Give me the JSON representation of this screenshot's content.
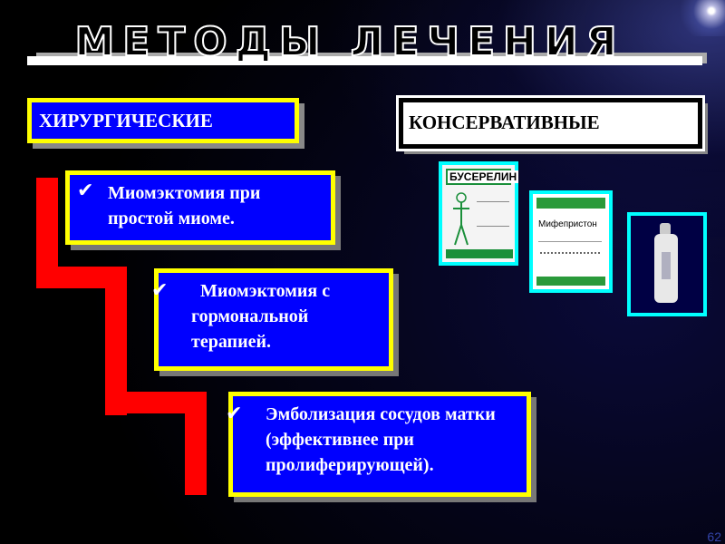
{
  "slide": {
    "title": "МЕТОДЫ ЛЕЧЕНИЯ",
    "surgical_heading": "ХИРУРГИЧЕСКИЕ",
    "conservative_heading": "КОНСЕРВАТИВНЫЕ",
    "items": [
      {
        "check": "✔",
        "text": "Миомэктомия при простой миоме."
      },
      {
        "check": "✔",
        "text": "  Миомэктомия с гормональной терапией."
      },
      {
        "check": "✔",
        "line1": "Эмболизация сосудов матки (эффективнее при",
        "line2": "пролиферирующей)."
      }
    ],
    "drugs": [
      {
        "name": "БУСЕРЕЛИН"
      },
      {
        "name": "Мифепристон"
      },
      {
        "name": ""
      }
    ],
    "page_number": "62"
  },
  "colors": {
    "box_fill": "#0000ff",
    "box_border": "#ffff00",
    "stair": "#ff0000",
    "photo_border": "#00ffff"
  }
}
